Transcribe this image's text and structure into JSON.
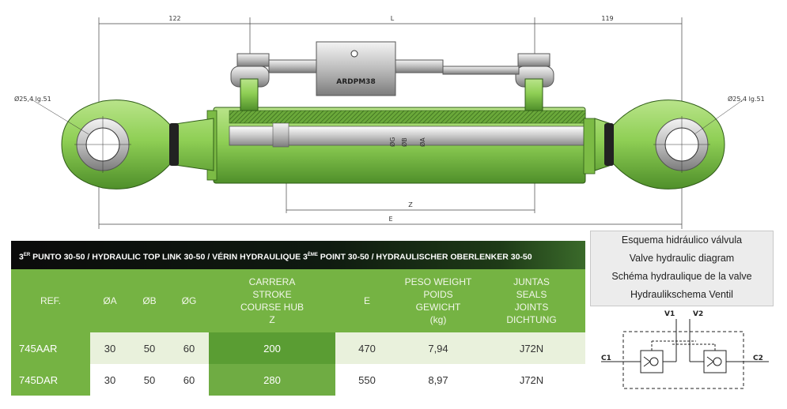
{
  "drawing": {
    "dim_left": "122",
    "dim_mid": "L",
    "dim_right": "119",
    "pin_left": "Ø25,4  lg.51",
    "pin_right": "Ø25,4  lg.51",
    "valve_label": "ARDPM38",
    "label_g": "ØG",
    "label_b": "ØB",
    "label_a": "ØA",
    "label_z": "Z",
    "label_e": "E"
  },
  "table": {
    "title_pre": "3",
    "title_sup1": "ER",
    "title_mid": " PUNTO 30-50 / HYDRAULIC TOP LINK 30-50 / VÉRIN HYDRAULIQUE 3",
    "title_sup2": "ÈME",
    "title_post": " POINT 30-50 / HYDRAULISCHER OBERLENKER 30-50",
    "headers": {
      "ref": "REF.",
      "a": "ØA",
      "b": "ØB",
      "g": "ØG",
      "z": [
        "CARRERA",
        "STROKE",
        "COURSE HUB",
        "Z"
      ],
      "e": "E",
      "w": [
        "PESO WEIGHT",
        "POIDS",
        "GEWICHT",
        "(kg)"
      ],
      "j": [
        "JUNTAS",
        "SEALS",
        "JOINTS",
        "DICHTUNG"
      ]
    },
    "rows": [
      {
        "ref": "745AAR",
        "a": "30",
        "b": "50",
        "g": "60",
        "z": "200",
        "e": "470",
        "w": "7,94",
        "j": "J72N"
      },
      {
        "ref": "745DAR",
        "a": "30",
        "b": "50",
        "g": "60",
        "z": "280",
        "e": "550",
        "w": "8,97",
        "j": "J72N"
      }
    ]
  },
  "valve": {
    "lines": [
      "Esquema hidráulico válvula",
      "Valve hydraulic diagram",
      "Schéma hydraulique de la valve",
      "Hydraulikschema Ventil"
    ],
    "v1": "V1",
    "v2": "V2",
    "c1": "C1",
    "c2": "C2"
  },
  "colors": {
    "body_green": "#8fcf55",
    "dark_green": "#4f8f2a",
    "table_green": "#75b343",
    "title_black": "#0b0b0b"
  }
}
